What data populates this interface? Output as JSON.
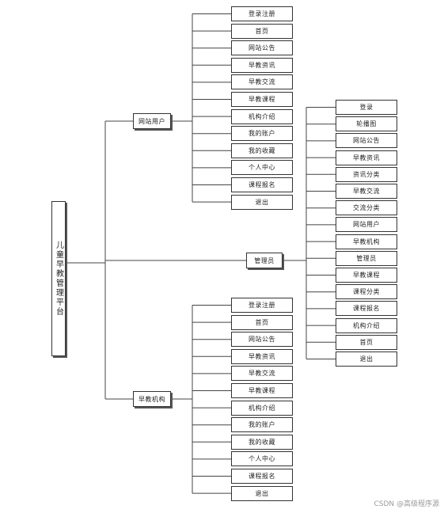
{
  "root": {
    "label": "儿童早教管理平台"
  },
  "branches": [
    {
      "label": "网站用户",
      "children": [
        "登录注册",
        "首页",
        "网站公告",
        "早教资讯",
        "早教交流",
        "早教课程",
        "机构介绍",
        "我的账户",
        "我的收藏",
        "个人中心",
        "课程报名",
        "退出"
      ]
    },
    {
      "label": "管理员",
      "children": [
        "登录",
        "轮播图",
        "网站公告",
        "早教资讯",
        "资讯分类",
        "早教交流",
        "交流分类",
        "网站用户",
        "早教机构",
        "管理员",
        "早教课程",
        "课程分类",
        "课程报名",
        "机构介绍",
        "首页",
        "退出"
      ]
    },
    {
      "label": "早教机构",
      "children": [
        "登录注册",
        "首页",
        "网站公告",
        "早教资讯",
        "早教交流",
        "早教课程",
        "机构介绍",
        "我的账户",
        "我的收藏",
        "个人中心",
        "课程报名",
        "退出"
      ]
    }
  ],
  "watermark": "CSDN @高级程序源"
}
